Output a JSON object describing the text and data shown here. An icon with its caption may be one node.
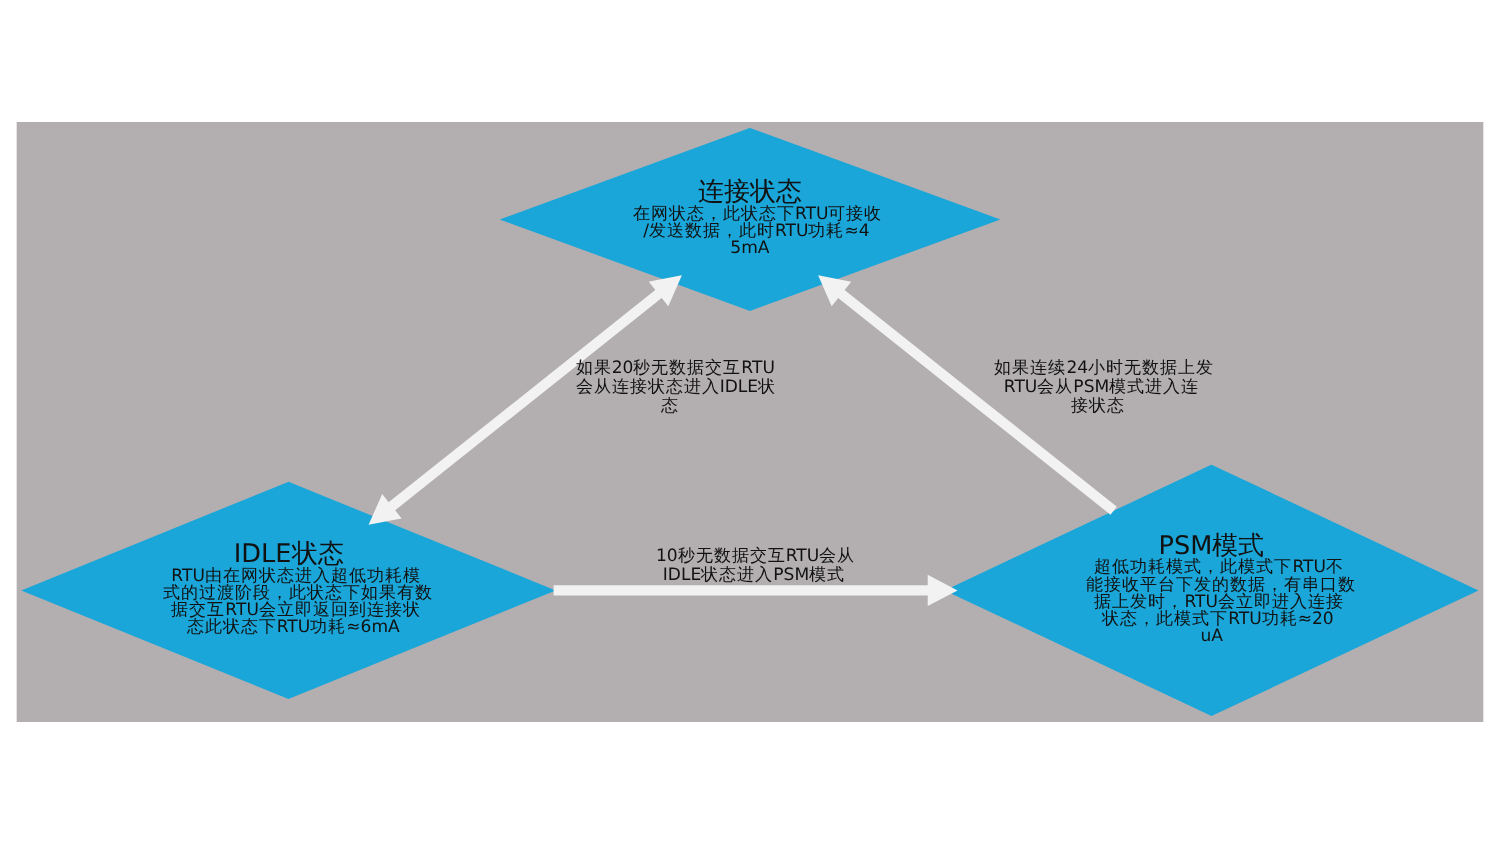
{
  "diagram": {
    "nodes": [
      {
        "text": [
          "连接状态",
          "在网状态，此状态下RTU可接收/发送数据，此时RTU功耗≈45mA"
        ]
      },
      {
        "text": [
          "PSM模式",
          "超低功耗模式，此模式下RTU不能接收平台下发的数据，有串口数据上发时，RTU会立即进入连接状态，此模式下RTU功耗≈20uA"
        ]
      },
      {
        "text": [
          "IDLE状态",
          "RTU由在网状态进入超低功耗模式的过渡阶段，此状态下如果有数据交互RTU会立即返回到连接状态此状态下RTU功耗≈6mA"
        ]
      }
    ],
    "edges": [
      {
        "from": 1,
        "to": 0,
        "arrow": "to",
        "label": "如果连续24小时无数据上发RTU会从PSM模式进入连接状态"
      },
      {
        "from": 0,
        "to": 2,
        "arrow": "both",
        "label": "如果20秒无数据交互RTU会从连接状态进入IDLE状态"
      },
      {
        "from": 2,
        "to": 1,
        "arrow": "to",
        "label": "10秒无数据交互RTU会从IDLE状态进入PSM模式"
      }
    ]
  }
}
